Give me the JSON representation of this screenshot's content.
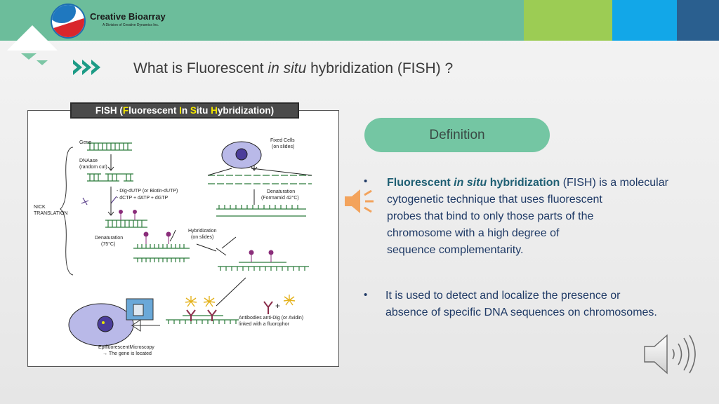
{
  "header": {
    "brand_name": "Creative Bioarray",
    "brand_sub": "A Division of Creative Dynamics Inc.",
    "colors": {
      "banner": "#6cbd9b",
      "lime": "#9ccc54",
      "sky": "#12a7e8",
      "navy": "#2a5f8f"
    }
  },
  "slide": {
    "title_before": "What is Fluorescent ",
    "title_italic": "in situ",
    "title_after": " hybridization (FISH) ?"
  },
  "figure": {
    "title_open": "FISH (",
    "title_F": "F",
    "title_luor": "luorescent ",
    "title_I": "I",
    "title_n": "n ",
    "title_S": "S",
    "title_itu": "itu ",
    "title_H": "H",
    "title_ybr": "ybridization)",
    "labels": {
      "gene": "Gene",
      "dnaase1": "DNAase",
      "dnaase2": "(random cut)",
      "dig1": "- Dig-dUTP (or Biotin-dUTP)",
      "dig2": "- dCTP + dATP + dGTP",
      "nick1": "NICK",
      "nick2": "TRANSLATION",
      "den1": "Denaturation",
      "den2": "(75°C)",
      "fixed1": "Fixed Cells",
      "fixed2": "(on slides)",
      "dnat1": "Denaturation",
      "dnat2": "(Formamid 42°C)",
      "hyb1": "Hybridization",
      "hyb2": "(on slides)",
      "ab1": "Antibodies anti-Dig (or Avidin)",
      "ab2": "linked with a fluorophor",
      "epi1": "EpifluorescentMicroscopy",
      "epi2": "→ The gene is located"
    }
  },
  "definition": {
    "pill_label": "Definition",
    "bullet1_bold1": "Fluorescent ",
    "bullet1_italic": "in situ",
    "bullet1_bold2": " hybridization",
    "bullet1_line1_rest": " (FISH) is a molecular",
    "bullet1_line2": "cytogenetic technique that uses fluorescent",
    "bullet1_line3": "probes that bind to only those parts of the",
    "bullet1_line4": "chromosome with a high degree of",
    "bullet1_line5": "sequence complementarity.",
    "bullet2_line1": "It is used to detect and localize the presence or",
    "bullet2_line2": "absence of specific DNA sequences on chromosomes."
  },
  "icons": {
    "audio_orange": "speaker-icon",
    "audio_grey": "speaker-icon"
  }
}
